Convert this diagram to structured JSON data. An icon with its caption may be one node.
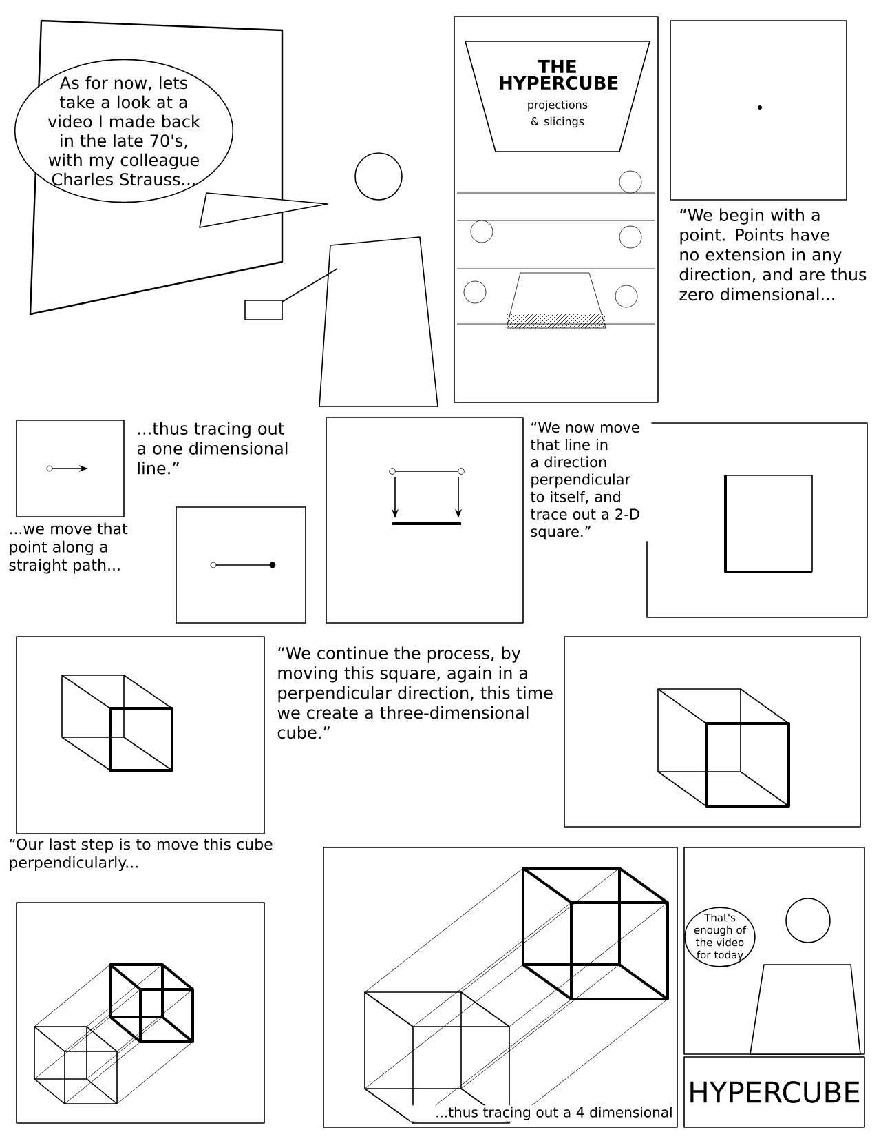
{
  "diagram": {
    "nodes": [
      {
        "text": [
          "As for now, lets take a look at a video I made back in the late 70's, with my colleague Charles Strauss..."
        ]
      },
      {
        "text": [
          "THE HYPERCUBE",
          "projections & slicings"
        ]
      },
      {
        "text": [
          "That's enough of the video for today"
        ]
      }
    ],
    "labels": [
      "“We begin with a point. Points have no extension in any direction, and are thus zero dimensional...",
      "...thus tracing out a one dimensional line.”",
      "...we move that point along a straight path...",
      "“We now move that line in a direction perpendicular to itself, and trace out a 2-D square.”",
      "“We continue the process, by moving this square, again in a perpendicular direction, this time we create a three-dimensional cube.”",
      "“Our last step is to move this cube perpendicularly...",
      "...thus tracing out a 4 dimensional",
      "HYPERCUBE"
    ]
  }
}
